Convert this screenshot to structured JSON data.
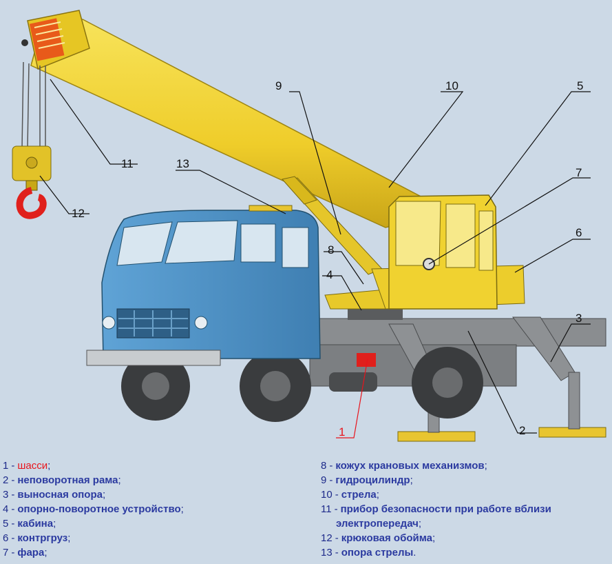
{
  "callouts": [
    "1",
    "2",
    "3",
    "4",
    "5",
    "6",
    "7",
    "8",
    "9",
    "10",
    "11",
    "12",
    "13"
  ],
  "legend": [
    {
      "num": "1",
      "text": "шасси",
      "punct": ";",
      "highlight": true
    },
    {
      "num": "2",
      "text": "неповоротная рама",
      "punct": ";"
    },
    {
      "num": "3",
      "text": "выносная опора",
      "punct": ";"
    },
    {
      "num": "4",
      "text": "опорно-поворотное устройство",
      "punct": ";"
    },
    {
      "num": "5",
      "text": "кабина",
      "punct": ";"
    },
    {
      "num": "6",
      "text": "контргруз",
      "punct": ";"
    },
    {
      "num": "7",
      "text": "фара",
      "punct": ";"
    },
    {
      "num": "8",
      "text": "кожух крановых механизмов",
      "punct": ";"
    },
    {
      "num": "9",
      "text": "гидроцилиндр",
      "punct": ";"
    },
    {
      "num": "10",
      "text": "стрела",
      "punct": ";"
    },
    {
      "num": "11",
      "text": "прибор безопасности при работе вблизи",
      "text2": "электропередач",
      "punct": ";"
    },
    {
      "num": "12",
      "text": "крюковая обойма",
      "punct": ";"
    },
    {
      "num": "13",
      "text": "опора стрелы",
      "punct": "."
    }
  ],
  "colors": {
    "background": "#ccd9e6",
    "cab_blue": "#4d90c4",
    "crane_yellow": "#f0d230",
    "chassis_gray": "#8a8d90",
    "tire_dark": "#3a3c3e",
    "hook_red": "#e0201c",
    "legend_text": "#2b3aa0",
    "highlight_red": "#e8141c"
  }
}
